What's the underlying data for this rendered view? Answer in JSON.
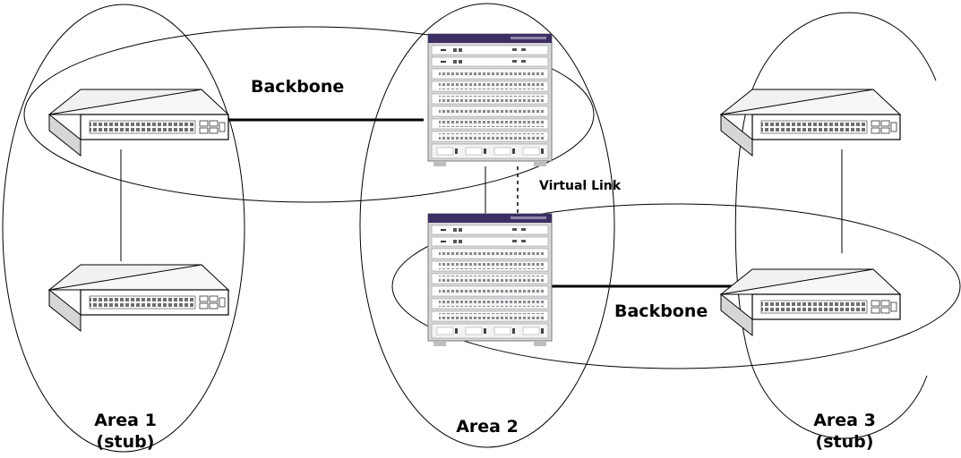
{
  "labels": {
    "backbone_top": "Backbone",
    "backbone_bottom": "Backbone",
    "virtual_link": "Virtual Link",
    "area1": "Area 1",
    "area1_sub": "(stub)",
    "area2": "Area 2",
    "area3": "Area 3",
    "area3_sub": "(stub)"
  },
  "colors": {
    "line": "#000000",
    "device_body": "#d9d9dc",
    "device_dark": "#3d2f63",
    "port": "#7a7a7a"
  },
  "icons": {
    "edge_switch": "switch-icon",
    "core_chassis": "chassis-switch-icon"
  }
}
